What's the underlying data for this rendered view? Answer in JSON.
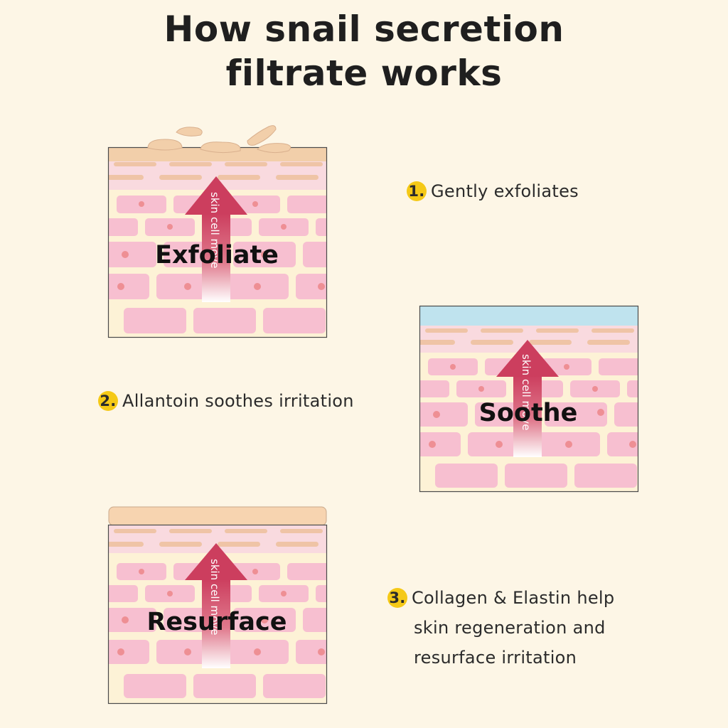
{
  "title": {
    "line1": "How snail secretion",
    "line2": "filtrate works"
  },
  "panels": [
    {
      "label": "Exfoliate",
      "arrow_text": "skin cell move",
      "top_layer": "flakes"
    },
    {
      "label": "Soothe",
      "arrow_text": "skin cell move",
      "top_layer": "moisture"
    },
    {
      "label": "Resurface",
      "arrow_text": "skin cell move",
      "top_layer": "smooth"
    }
  ],
  "steps": [
    {
      "number": "1.",
      "lines": [
        "Gently exfoliates"
      ]
    },
    {
      "number": "2.",
      "lines": [
        "Allantoin soothes irritation"
      ]
    },
    {
      "number": "3.",
      "lines": [
        "Collagen & Elastin help",
        "skin regeneration and",
        "resurface irritation"
      ]
    }
  ],
  "colors": {
    "background": "#fdf6e6",
    "badge": "#f5c917",
    "cell": "#f7bfd0",
    "nucleus": "#ee8f94",
    "upper_layer": "#f9dadf",
    "flake": "#f0c9a8",
    "moisture": "#bfe3ee",
    "arrow_top": "#cc3e5e"
  }
}
